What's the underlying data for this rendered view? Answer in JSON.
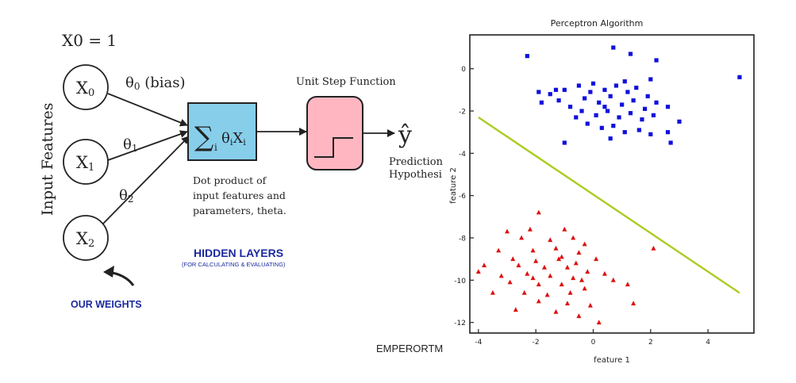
{
  "diagram": {
    "bias_equation": "X0 = 1",
    "y_axis_label": "Input Features",
    "nodes": [
      {
        "id": "x0",
        "symbol": "X",
        "sub": "0"
      },
      {
        "id": "x1",
        "symbol": "X",
        "sub": "1"
      },
      {
        "id": "x2",
        "symbol": "X",
        "sub": "2"
      }
    ],
    "weights": [
      {
        "symbol": "θ",
        "sub": "0",
        "suffix": " (bias)"
      },
      {
        "symbol": "θ",
        "sub": "1",
        "suffix": ""
      },
      {
        "symbol": "θ",
        "sub": "2",
        "suffix": ""
      }
    ],
    "sum_box": {
      "formula_sigma": "∑",
      "sub_i": "i",
      "theta": "θ",
      "x": "X"
    },
    "sum_box_caption": [
      "Dot product of",
      "input features and",
      "parameters, theta."
    ],
    "step_title": "Unit Step Function",
    "output_symbol": "ŷ",
    "output_caption": [
      "Prediction",
      "Hypothesi"
    ],
    "hidden_layers_title": "HIDDEN LAYERS",
    "hidden_layers_sub": "(FOR CALCULATING & EVALUATING)",
    "weights_note": "OUR WEIGHTS",
    "colors": {
      "sum_box": "#87CEEB",
      "step_box": "#FFB6C1",
      "blue_text": "#1a2a9e"
    }
  },
  "chart_data": {
    "type": "scatter",
    "title": "Perceptron Algorithm",
    "xlabel": "feature 1",
    "ylabel": "feature 2",
    "xlim": [
      -4.3,
      5.6
    ],
    "ylim": [
      -12.5,
      1.6
    ],
    "xticks": [
      -4,
      -2,
      0,
      2,
      4
    ],
    "yticks": [
      0,
      -2,
      -4,
      -6,
      -8,
      -10,
      -12
    ],
    "decision_boundary": {
      "x": [
        -4.0,
        5.1
      ],
      "y": [
        -2.3,
        -10.6
      ],
      "color": "#aacc22"
    },
    "series": [
      {
        "marker": "square",
        "color": "#1010dd",
        "points": [
          [
            -2.3,
            0.6
          ],
          [
            0.7,
            1.0
          ],
          [
            1.3,
            0.7
          ],
          [
            2.2,
            0.4
          ],
          [
            5.1,
            -0.4
          ],
          [
            -1.9,
            -1.1
          ],
          [
            -1.5,
            -1.2
          ],
          [
            -1.0,
            -1.0
          ],
          [
            -0.5,
            -0.8
          ],
          [
            0.0,
            -0.7
          ],
          [
            0.4,
            -1.0
          ],
          [
            0.8,
            -0.8
          ],
          [
            1.1,
            -0.6
          ],
          [
            1.5,
            -0.9
          ],
          [
            2.0,
            -0.5
          ],
          [
            -1.8,
            -1.6
          ],
          [
            -1.2,
            -1.5
          ],
          [
            -0.8,
            -1.8
          ],
          [
            -0.3,
            -1.4
          ],
          [
            0.2,
            -1.6
          ],
          [
            0.6,
            -1.3
          ],
          [
            1.0,
            -1.7
          ],
          [
            1.4,
            -1.5
          ],
          [
            1.8,
            -1.9
          ],
          [
            2.2,
            -1.6
          ],
          [
            -0.4,
            -2.0
          ],
          [
            0.1,
            -2.2
          ],
          [
            0.5,
            -2.0
          ],
          [
            0.9,
            -2.3
          ],
          [
            1.3,
            -2.1
          ],
          [
            1.7,
            -2.4
          ],
          [
            2.1,
            -2.2
          ],
          [
            2.6,
            -1.8
          ],
          [
            3.0,
            -2.5
          ],
          [
            -0.2,
            -2.6
          ],
          [
            0.3,
            -2.8
          ],
          [
            0.7,
            -2.7
          ],
          [
            1.1,
            -3.0
          ],
          [
            1.6,
            -2.9
          ],
          [
            2.0,
            -3.1
          ],
          [
            -1.0,
            -3.5
          ],
          [
            0.6,
            -3.3
          ],
          [
            2.6,
            -3.0
          ],
          [
            2.7,
            -3.5
          ],
          [
            -1.3,
            -1.0
          ],
          [
            -0.6,
            -2.3
          ],
          [
            1.2,
            -1.1
          ],
          [
            0.4,
            -1.8
          ],
          [
            -0.1,
            -1.1
          ],
          [
            1.9,
            -1.3
          ]
        ]
      },
      {
        "marker": "triangle",
        "color": "#dd1010",
        "points": [
          [
            -1.9,
            -6.8
          ],
          [
            -3.0,
            -7.7
          ],
          [
            -2.2,
            -7.6
          ],
          [
            -1.0,
            -7.6
          ],
          [
            -2.5,
            -8.0
          ],
          [
            -1.5,
            -8.1
          ],
          [
            -0.7,
            -8.0
          ],
          [
            -0.3,
            -8.3
          ],
          [
            -3.3,
            -8.6
          ],
          [
            -2.1,
            -8.6
          ],
          [
            -1.3,
            -8.5
          ],
          [
            -0.5,
            -8.7
          ],
          [
            2.1,
            -8.5
          ],
          [
            -2.8,
            -9.0
          ],
          [
            -2.0,
            -9.1
          ],
          [
            -1.2,
            -9.0
          ],
          [
            -0.6,
            -9.2
          ],
          [
            0.1,
            -9.0
          ],
          [
            -3.8,
            -9.3
          ],
          [
            -2.6,
            -9.3
          ],
          [
            -1.7,
            -9.4
          ],
          [
            -0.9,
            -9.4
          ],
          [
            -0.2,
            -9.6
          ],
          [
            -4.0,
            -9.6
          ],
          [
            -3.2,
            -9.8
          ],
          [
            -2.3,
            -9.7
          ],
          [
            -1.5,
            -9.8
          ],
          [
            -0.7,
            -9.9
          ],
          [
            0.4,
            -9.7
          ],
          [
            -2.9,
            -10.1
          ],
          [
            -1.9,
            -10.2
          ],
          [
            -1.1,
            -10.2
          ],
          [
            -0.3,
            -10.4
          ],
          [
            0.7,
            -10.0
          ],
          [
            1.2,
            -10.2
          ],
          [
            -3.5,
            -10.6
          ],
          [
            -2.4,
            -10.6
          ],
          [
            -1.6,
            -10.7
          ],
          [
            -0.8,
            -10.6
          ],
          [
            -1.9,
            -11.0
          ],
          [
            -0.9,
            -11.1
          ],
          [
            -0.1,
            -11.2
          ],
          [
            1.4,
            -11.1
          ],
          [
            -2.7,
            -11.4
          ],
          [
            -1.3,
            -11.5
          ],
          [
            -0.5,
            -11.7
          ],
          [
            0.2,
            -12.0
          ],
          [
            -1.1,
            -8.9
          ],
          [
            -2.1,
            -9.9
          ],
          [
            -0.4,
            -10.0
          ]
        ]
      }
    ],
    "grid": false,
    "legend": "none"
  },
  "watermark": "EMPERORTM"
}
